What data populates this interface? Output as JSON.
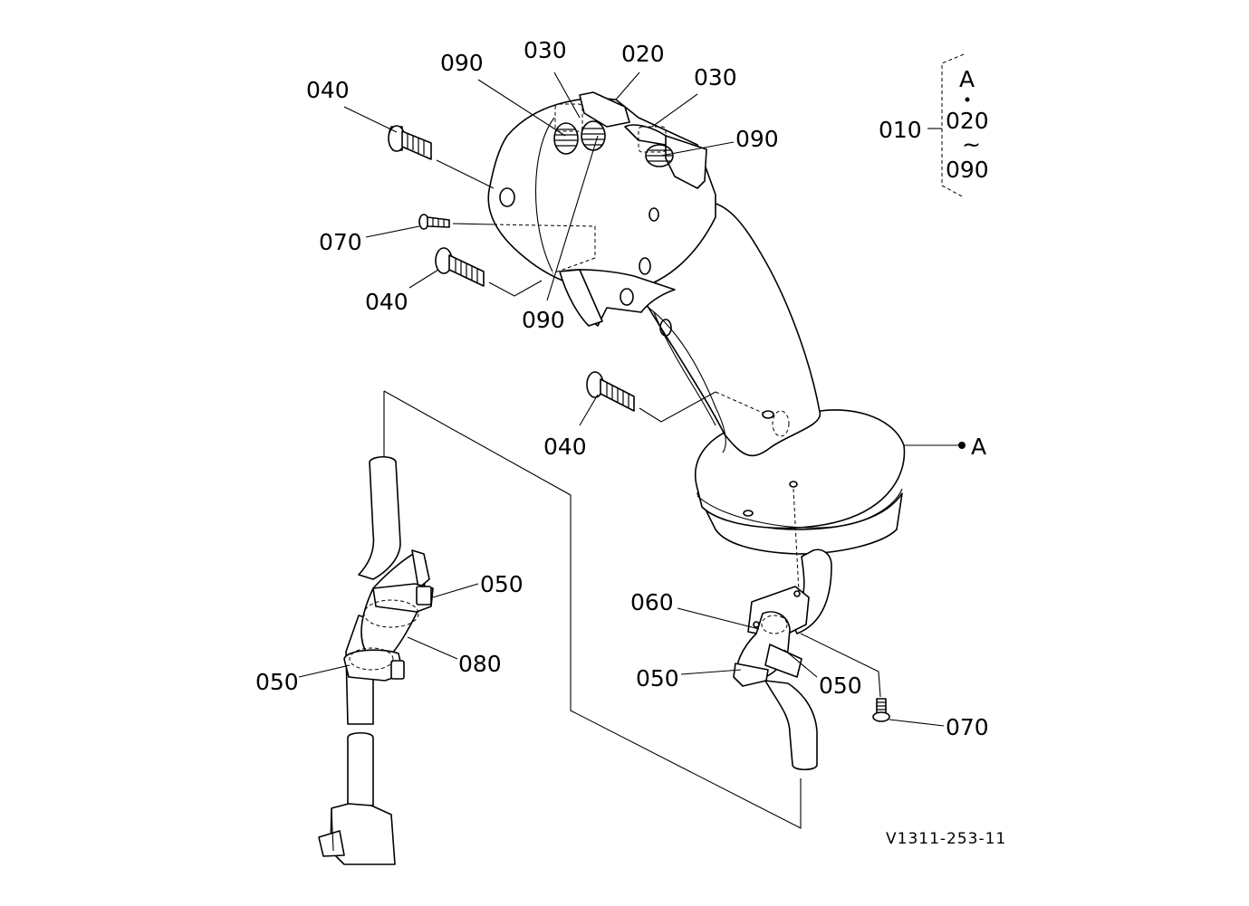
{
  "drawing_code": "V1311-253-11",
  "assembly": {
    "part": "010",
    "ref": "A",
    "from": "020",
    "tilde": "~",
    "to": "090"
  },
  "callouts": {
    "p040_a": "040",
    "p070_a": "070",
    "p040_b": "040",
    "p090_a": "090",
    "p030_a": "030",
    "p020": "020",
    "p030_b": "030",
    "p090_b": "090",
    "p090_c": "090",
    "p040_c": "040",
    "ref_a": "A",
    "p050_a": "050",
    "p080": "080",
    "p050_b": "050",
    "p060": "060",
    "p050_c": "050",
    "p050_d": "050",
    "p070_b": "070"
  }
}
